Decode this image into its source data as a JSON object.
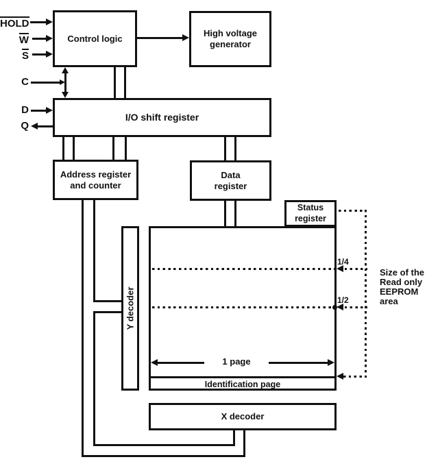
{
  "signals": {
    "hold": "HOLD",
    "w": "W",
    "s": "S",
    "c": "C",
    "d": "D",
    "q": "Q"
  },
  "blocks": {
    "control_logic": "Control logic",
    "high_voltage_generator": "High voltage generator",
    "io_shift_register": "I/O shift register",
    "address_register_and_counter": "Address register and counter",
    "data_register": "Data register",
    "status_register": "Status register",
    "y_decoder": "Y decoder",
    "x_decoder": "X decoder"
  },
  "labels": {
    "identification_page": "Identification page",
    "one_page": "1 page",
    "quarter_mark": "1/4",
    "half_mark": "1/2",
    "size_note_lines": [
      "Size of the",
      "Read only",
      "EEPROM",
      "area"
    ]
  },
  "colors": {
    "line": "#111111",
    "background": "#ffffff"
  }
}
